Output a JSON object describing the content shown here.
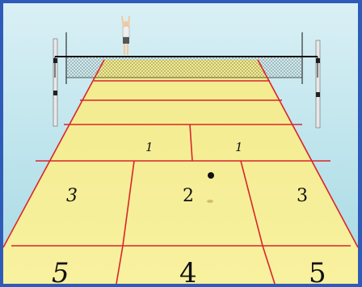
{
  "court": {
    "zones": [
      {
        "id": "front-left",
        "label": "1",
        "italic": true
      },
      {
        "id": "front-right",
        "label": "1",
        "italic": true
      },
      {
        "id": "mid-left",
        "label": "3",
        "italic": true
      },
      {
        "id": "mid-center",
        "label": "2",
        "italic": false
      },
      {
        "id": "mid-right",
        "label": "3",
        "italic": false
      },
      {
        "id": "back-left",
        "label": "5",
        "italic": true
      },
      {
        "id": "back-center",
        "label": "4",
        "italic": false
      },
      {
        "id": "back-right",
        "label": "5",
        "italic": false
      }
    ]
  },
  "colors": {
    "frame": "#2f5bb8",
    "sky_top": "#d6eef3",
    "sky_bottom": "#a8dbe6",
    "court_fill": "#f6ef9a",
    "court_line": "#d9252a",
    "net": "#222222"
  }
}
